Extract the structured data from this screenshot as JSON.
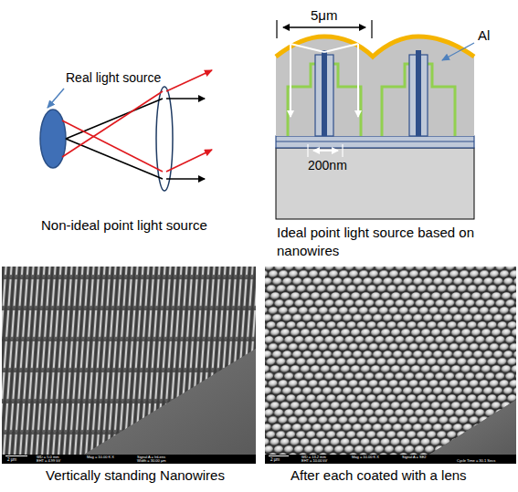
{
  "diagram": {
    "labels": [
      "Real light source",
      "Non-ideal point light source",
      "5μm",
      "Al",
      "200nm",
      "Ideal point light source based on nanowires",
      "Vertically standing Nanowires",
      "After each coated with a lens",
      "2 μm",
      "WD = 5.0 mm",
      "EHT = 4.99 kV",
      "Mag = 10.00 K X",
      "Signal A = InLens",
      "Width = 30.00 μm",
      "2 μm",
      "WD = 13.2 mm",
      "EHT = 10.00 kV",
      "Mag = 10.00 K X",
      "Signal A = SE2",
      "Cycle Time = 30.1 Secs"
    ]
  }
}
